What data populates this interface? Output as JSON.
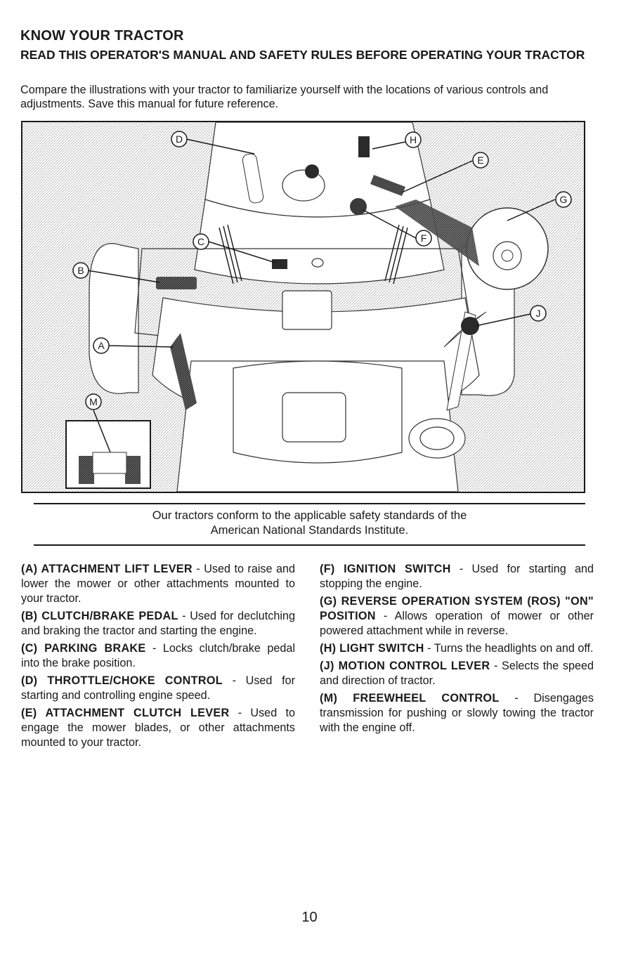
{
  "header": {
    "title": "KNOW YOUR TRACTOR",
    "subtitle": "READ THIS OPERATOR'S MANUAL AND SAFETY RULES BEFORE OPERATING YOUR TRACTOR",
    "intro": "Compare the illustrations with your tractor to familiarize yourself with the locations of various controls and adjustments. Save this manual for future reference."
  },
  "figure": {
    "callouts": [
      "D",
      "H",
      "E",
      "G",
      "C",
      "F",
      "B",
      "J",
      "A",
      "M"
    ]
  },
  "standards_note": {
    "line1": "Our tractors conform to the applicable safety standards of the",
    "line2": "American National Standards Institute."
  },
  "controls_left": [
    {
      "term": "(A) ATTACHMENT LIFT LEVER",
      "desc": " - Used to raise and lower the mower or other attachments mounted to your tractor."
    },
    {
      "term": "(B) CLUTCH/BRAKE PEDAL",
      "desc": " - Used for declutching and braking the tractor and starting the engine."
    },
    {
      "term": "(C) PARKING BRAKE",
      "desc": " - Locks clutch/brake pedal into the brake position."
    },
    {
      "term": "(D) THROTTLE/CHOKE CONTROL",
      "desc": " - Used for starting and controlling engine speed."
    },
    {
      "term": "(E) ATTACHMENT CLUTCH LEVER",
      "desc": " - Used to engage the mower blades, or other attachments mounted to your tractor."
    }
  ],
  "controls_right": [
    {
      "term": "(F) IGNITION SWITCH",
      "desc": " - Used for starting and stopping the engine."
    },
    {
      "term": "(G) REVERSE OPERATION SYSTEM (ROS) \"ON\" POSITION",
      "desc": " - Allows operation of mower or other powered attachment while in reverse."
    },
    {
      "term": "(H) LIGHT SWITCH",
      "desc": " - Turns the headlights on and off."
    },
    {
      "term": "(J) MOTION CONTROL LEVER",
      "desc": " - Selects the speed and direction of tractor."
    },
    {
      "term": "(M) FREEWHEEL CONTROL",
      "desc": " - Disengages transmission for pushing or slowly towing the tractor with the engine off."
    }
  ],
  "footer": {
    "page_number": "10"
  }
}
